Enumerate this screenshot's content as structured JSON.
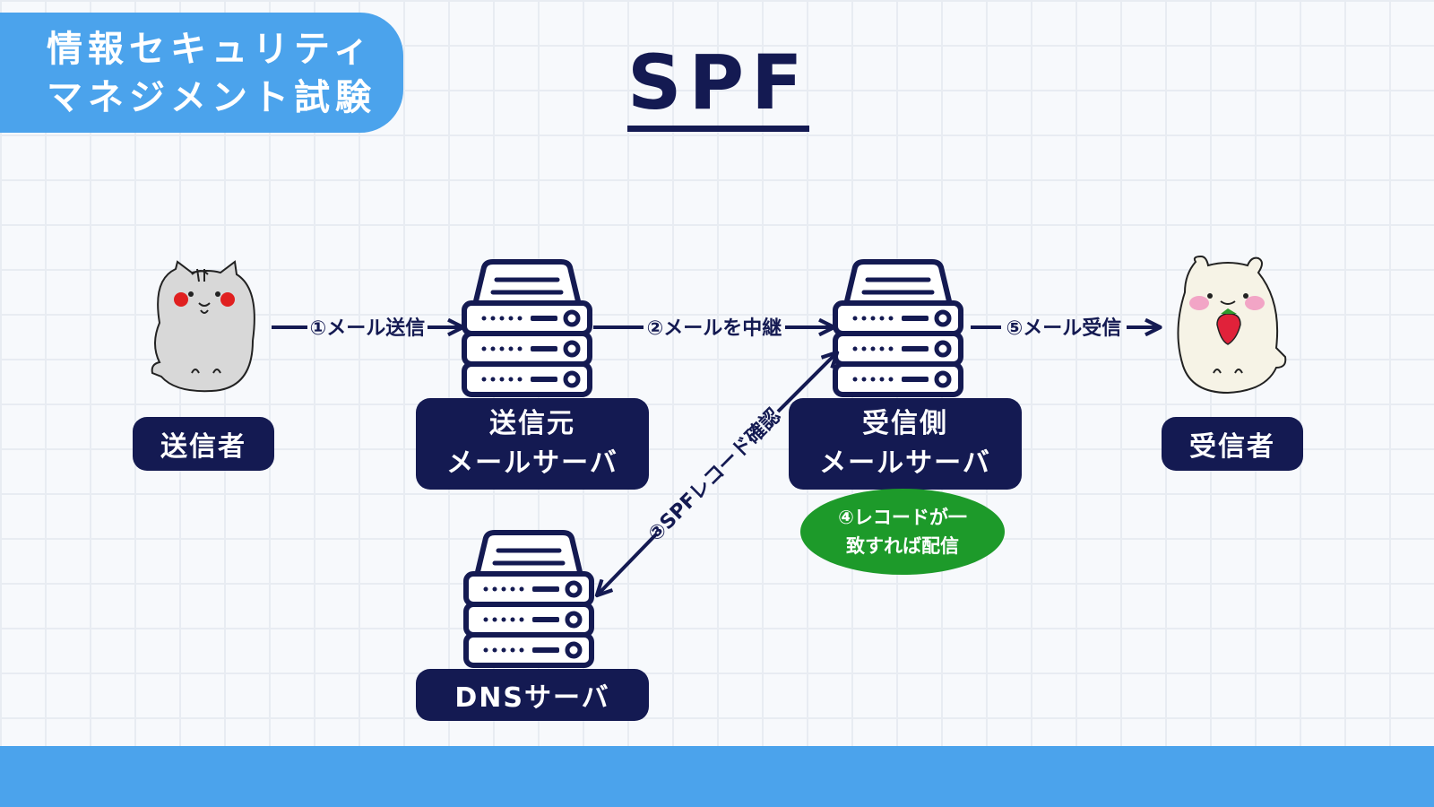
{
  "header": {
    "badge_line1": "情報セキュリティ",
    "badge_line2": "マネジメント試験",
    "title": "SPF"
  },
  "actors": {
    "sender_label": "送信者",
    "receiver_label": "受信者"
  },
  "servers": {
    "source_line1": "送信元",
    "source_line2": "メールサーバ",
    "receiving_line1": "受信側",
    "receiving_line2": "メールサーバ",
    "dns": "DNSサーバ"
  },
  "steps": {
    "step1": "①メール送信",
    "step2": "②メールを中継",
    "step3": "③SPFレコード確認",
    "step4_line1": "④レコードが一",
    "step4_line2": "致すれば配信",
    "step5": "⑤メール受信"
  },
  "colors": {
    "navy": "#141a52",
    "accent_blue": "#4ba3ec",
    "green": "#1d9a2a",
    "grid": "#e8ecf2"
  },
  "icons": {
    "server": "server-rack-icon",
    "sender": "cat-character-icon",
    "receiver": "hamster-character-icon"
  }
}
